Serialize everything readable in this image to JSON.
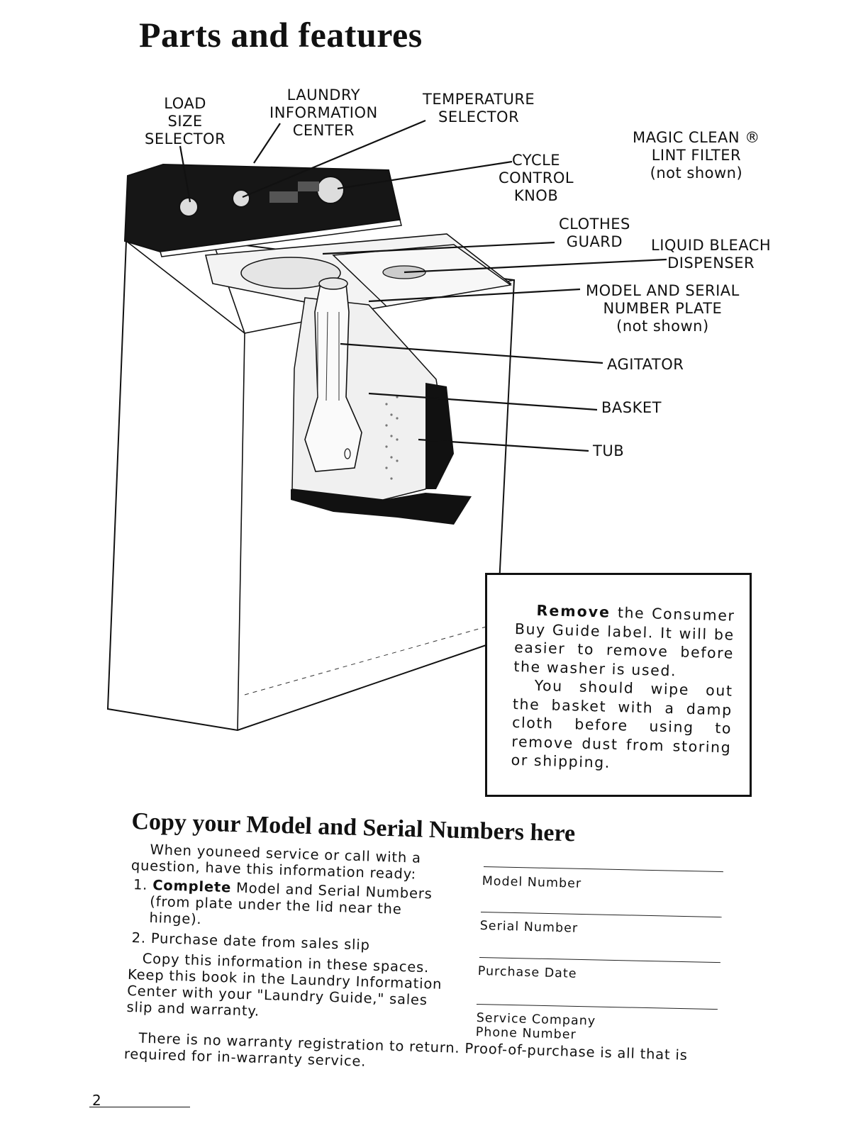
{
  "page": {
    "title": "Parts and features",
    "page_number": "2"
  },
  "callouts": {
    "load_size_selector": [
      "LOAD",
      "SIZE",
      "SELECTOR"
    ],
    "laundry_information_center": [
      "LAUNDRY",
      "INFORMATION",
      "CENTER"
    ],
    "temperature_selector": [
      "TEMPERATURE",
      "SELECTOR"
    ],
    "magic_clean_lint_filter": [
      "MAGIC CLEAN ®",
      "LINT FILTER",
      "(not shown)"
    ],
    "cycle_control_knob": [
      "CYCLE",
      "CONTROL",
      "KNOB"
    ],
    "clothes_guard": [
      "CLOTHES",
      "GUARD"
    ],
    "liquid_bleach_dispenser": [
      "LIQUID BLEACH",
      "DISPENSER"
    ],
    "model_serial_plate": [
      "MODEL AND SERIAL",
      "NUMBER PLATE",
      "(not shown)"
    ],
    "agitator": "AGITATOR",
    "basket": "BASKET",
    "tub": "TUB"
  },
  "notice": {
    "p1_bold": "Remove",
    "p1_rest": " the Consumer Buy Guide label. It will be easier to remove before the washer is used.",
    "p2": "You should wipe out the basket with a damp cloth before using to remove dust from storing or shipping."
  },
  "copy_section": {
    "heading": "Copy your Model and Serial Numbers here",
    "intro": "When youneed service or call with a question, have this information ready:",
    "item1_num": "1.",
    "item1_bold": "Complete",
    "item1_rest": " Model and Serial Numbers (from plate under the lid near the hinge).",
    "item2_num": "2.",
    "item2_text": "Purchase date from sales slip",
    "copy_text": "Copy this information in these spaces. Keep this book in the Laundry Information Center with your \"Laundry Guide,\" sales slip and warranty.",
    "footer": "There is no warranty registration to return. Proof-of-purchase is all that is required for in-warranty service.",
    "fields": [
      "Model Number",
      "Serial Number",
      "Purchase Date",
      "Service Company",
      "Phone Number"
    ]
  }
}
